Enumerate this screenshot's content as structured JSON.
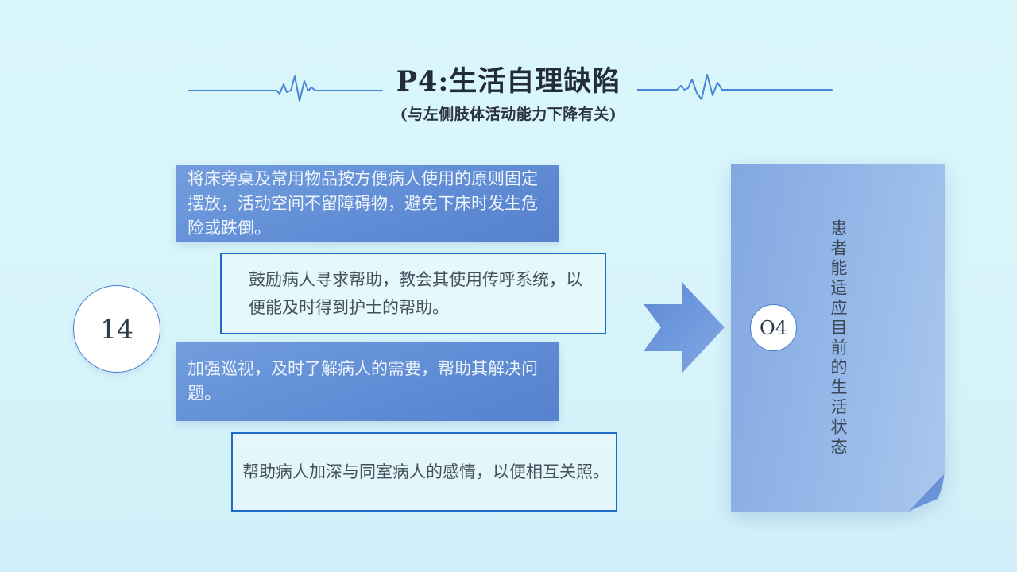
{
  "slide": {
    "title": "P4:生活自理缺陷",
    "subtitle": "(与左侧肢体活动能力下降有关)",
    "intervention_badge": "14",
    "outcome_badge": "O4",
    "interventions": [
      {
        "style": "filled",
        "text": "将床旁桌及常用物品按方便病人使用的原则固定摆放，活动空间不留障碍物，避免下床时发生危险或跌倒。"
      },
      {
        "style": "outlined",
        "text": "鼓励病人寻求帮助，教会其使用传呼系统，以便能及时得到护士的帮助。"
      },
      {
        "style": "filled",
        "text": "加强巡视，及时了解病人的需要，帮助其解决问题。"
      },
      {
        "style": "outlined",
        "text": "帮助病人加深与同室病人的感情，以便相互关照。"
      }
    ],
    "outcome_text": "患者能适应目前的生活状态",
    "icons": {
      "heartbeat_left": "heartbeat-line",
      "heartbeat_right": "heartbeat-line",
      "arrow": "chevron-right-arrow",
      "page_curl": "folded-corner"
    },
    "colors": {
      "background": "#d9f6fb",
      "filled_box_top": "#729dde",
      "filled_box_bottom": "#5681ce",
      "outlined_box_border": "#1e6bcc",
      "panel_left": "#83a7e0",
      "panel_right": "#a9c7ef",
      "heartbeat_line": "#4a86d8",
      "title_text": "#232d3a",
      "light_text": "#eef4fb",
      "dark_text": "#44505c"
    }
  }
}
